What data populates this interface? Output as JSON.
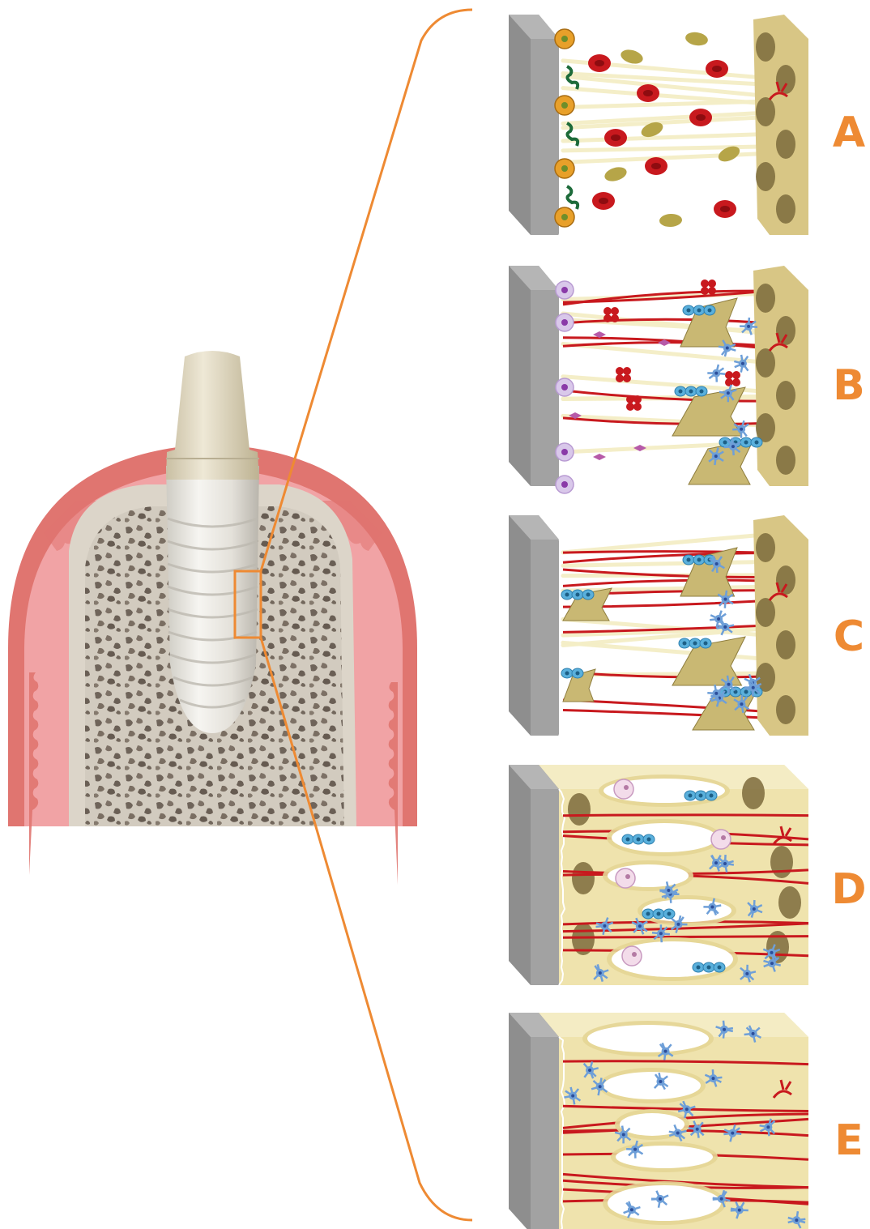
{
  "colors": {
    "accent": "#ee8a33",
    "gingiva_outer": "#e07570",
    "gingiva_inner": "#f0a0a2",
    "bone": "#d6cfc4",
    "bone_pore": "#7a6e62",
    "implant": "#eceae4",
    "abutment": "#dcd2b8",
    "titanium": "#8c8c8c",
    "matrix": "#f3e9b5",
    "trabecular": "#c9b873",
    "vessel": "#c8191e",
    "rbc": "#c8191e",
    "fibrin": "#f4eec6",
    "osteoblast": "#5ab0dc",
    "osteocyte": "#6e9fd8",
    "platelet": "#e8a02a",
    "leukocyte": "#b89ad2"
  },
  "panels": [
    {
      "label": "A",
      "stage_icon": "blood-clot-icon"
    },
    {
      "label": "B",
      "stage_icon": "granulation-tissue-icon"
    },
    {
      "label": "C",
      "stage_icon": "woven-bone-icon"
    },
    {
      "label": "D",
      "stage_icon": "lamellar-bone-icon"
    },
    {
      "label": "E",
      "stage_icon": "remodeled-bone-icon"
    }
  ]
}
